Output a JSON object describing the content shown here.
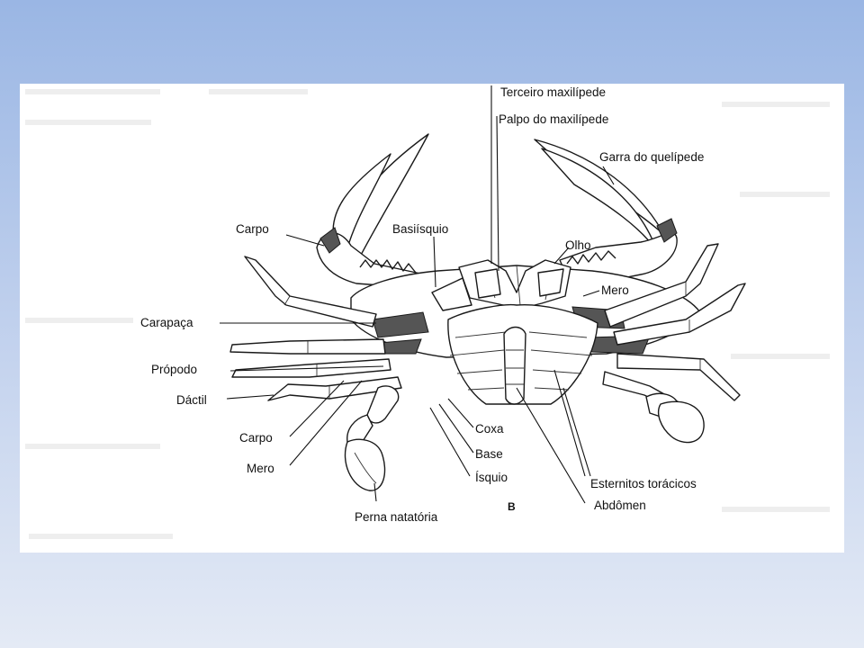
{
  "diagram": {
    "panel_label": "B",
    "labels": {
      "terceiro_maxilipede": "Terceiro maxilípede",
      "palpo_do_maxilipede": "Palpo do maxilípede",
      "garra_do_quelipede": "Garra do quelípede",
      "carpo_top": "Carpo",
      "basiisquio": "Basiísquio",
      "olho": "Olho",
      "mero_right": "Mero",
      "carapaca": "Carapaça",
      "propodo": "Própodo",
      "dactil": "Dáctil",
      "carpo_bottom": "Carpo",
      "mero_left": "Mero",
      "coxa": "Coxa",
      "base": "Base",
      "isquio": "Ísquio",
      "esternitos_toracicos": "Esternitos torácicos",
      "abdomen": "Abdômen",
      "perna_natatoria": "Perna natatória"
    }
  },
  "colors": {
    "background_top": "#9ab6e4",
    "background_bottom": "#e4eaf5",
    "panel": "#ffffff",
    "ink": "#111111"
  }
}
